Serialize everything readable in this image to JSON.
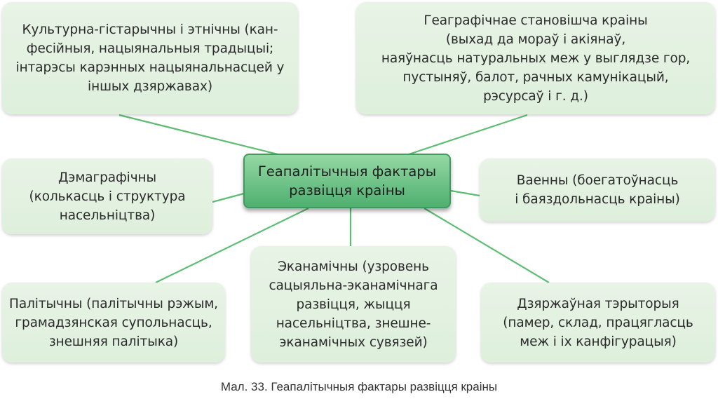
{
  "diagram": {
    "center": {
      "label": "Геапалітычныя фактары\nразвіцця краіны"
    },
    "nodes": {
      "cultural": "Культурна-гістарычны і этнічны (кан-\nфесійныя, нацыянальныя традыцыі;\nінтарэсы карэнных нацыянальнасцей у\nіншых дзяржавах)",
      "geographic": "Геаграфічнае становішча краіны\n(выхад да мораў і акіянаў,\nнаяўнасць натуральных меж у выглядзе гор,\nпустыняў, балот, рачных камунікацый,\nрэсурсаў і г. д.)",
      "demographic": "Дэмаграфічны\n(колькасць і структура\nнасельніцтва)",
      "military": "Ваенны (боегатоўнасць\nі баяздольнасць краіны)",
      "political": "Палітычны (палітычны рэжым,\nграмадзянская супольнасць,\nзнешняя палітыка)",
      "economic": "Эканамічны (узровень\nсацыяльна-эканамічнага\nразвіцця, жыцця\nнасельніцтва, знешне-\nэканамічных сувязей)",
      "territory": "Дзяржаўная тэрыторыя\n(памер, склад, працягласць\nмеж і іх канфігурацыя)"
    },
    "colors": {
      "connector": "#5dbe73",
      "node_fill": "#e3f2e1",
      "center_fill": "#6ec287"
    }
  },
  "caption": "Мал. 33. Геапалітычныя фактары развіцця краіны"
}
